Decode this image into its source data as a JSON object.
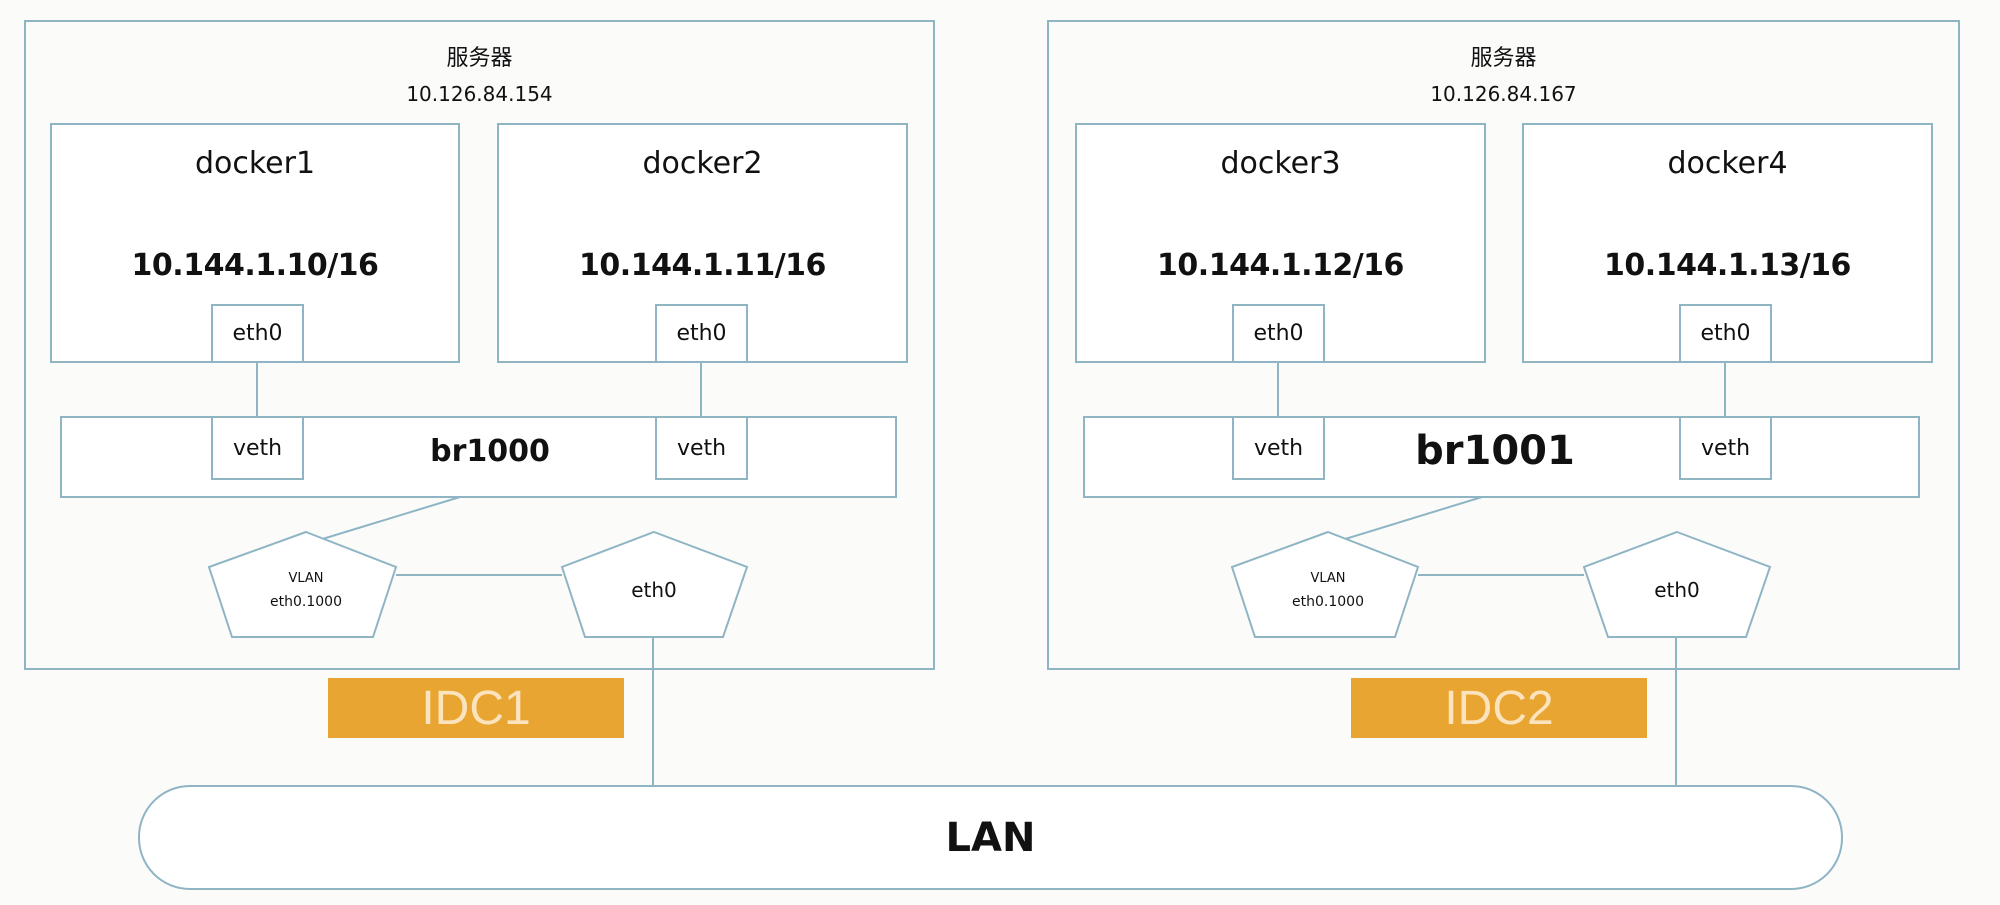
{
  "colors": {
    "line": "#8fb5c5",
    "accent": "#e8a531",
    "accent_text": "#fbe4bd"
  },
  "servers": [
    {
      "title": "服务器",
      "ip": "10.126.84.154",
      "idc": "IDC1",
      "bridge": "br1000",
      "dockers": [
        {
          "name": "docker1",
          "ip": "10.144.1.10/16",
          "eth": "eth0",
          "veth": "veth"
        },
        {
          "name": "docker2",
          "ip": "10.144.1.11/16",
          "eth": "eth0",
          "veth": "veth"
        }
      ],
      "vlan": {
        "line1": "VLAN",
        "line2": "eth0.1000"
      },
      "physical_eth": "eth0"
    },
    {
      "title": "服务器",
      "ip": "10.126.84.167",
      "idc": "IDC2",
      "bridge": "br1001",
      "dockers": [
        {
          "name": "docker3",
          "ip": "10.144.1.12/16",
          "eth": "eth0",
          "veth": "veth"
        },
        {
          "name": "docker4",
          "ip": "10.144.1.13/16",
          "eth": "eth0",
          "veth": "veth"
        }
      ],
      "vlan": {
        "line1": "VLAN",
        "line2": "eth0.1000"
      },
      "physical_eth": "eth0"
    }
  ],
  "lan": "LAN"
}
